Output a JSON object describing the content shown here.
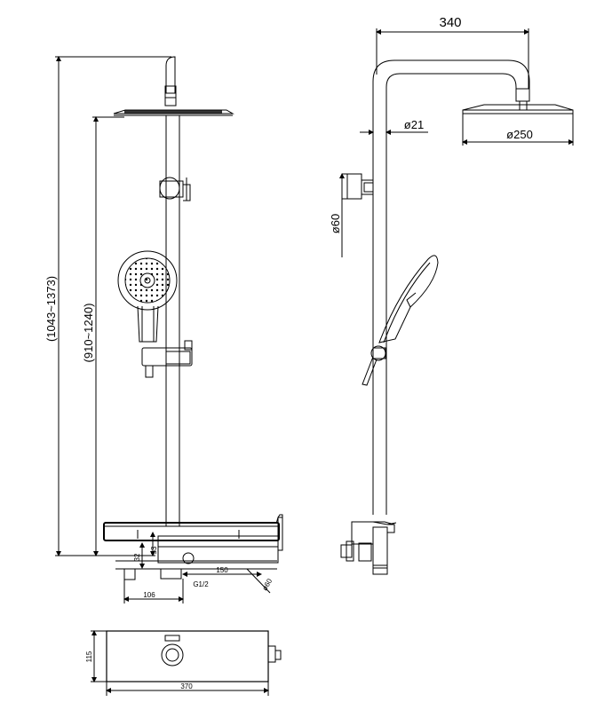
{
  "drawing": {
    "front_view": {
      "overall_height": "(1043~1373)",
      "slide_height": "(910~1240)",
      "dim_53": "53",
      "dim_32": "32",
      "dim_150": "150",
      "dim_106": "106",
      "thread": "G1/2",
      "dia_60": "ø60"
    },
    "side_view": {
      "arm_length": "340",
      "pipe_dia": "ø21",
      "head_dia": "ø250",
      "bracket_dia": "ø60"
    },
    "top_view": {
      "width": "370",
      "depth": "115"
    }
  }
}
